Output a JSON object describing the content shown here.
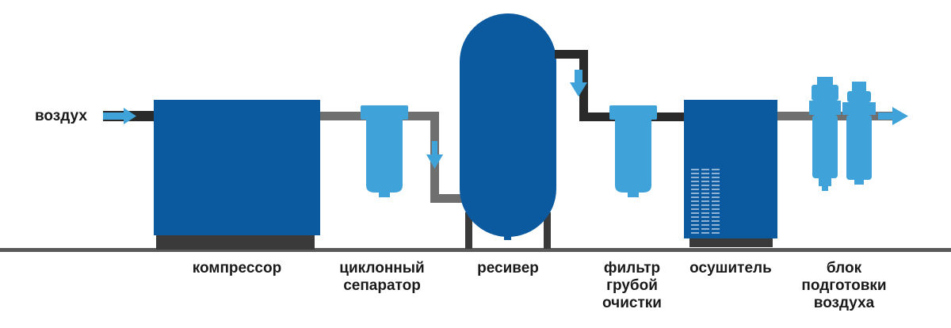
{
  "input_label": "воздух",
  "labels": {
    "compressor": "компрессор",
    "cyclone": [
      "циклонный",
      "сепаратор"
    ],
    "receiver": "ресивер",
    "coarse_filter": [
      "фильтр",
      "грубой",
      "очистки"
    ],
    "dryer": "осушитель",
    "prep_unit": [
      "блок",
      "подготовки",
      "воздуха"
    ]
  },
  "colors": {
    "equipment_dark_blue": "#0b5aa0",
    "equipment_light_blue": "#3fa3d9",
    "flow_arrow": "#3fa3d9",
    "pipe_gray": "#6f6f6f",
    "pipe_dark": "#2a2a2a",
    "base": "#3a3a3a"
  },
  "icons": [
    "flow-arrow-icon",
    "filter-icon",
    "vent-grille-icon"
  ]
}
